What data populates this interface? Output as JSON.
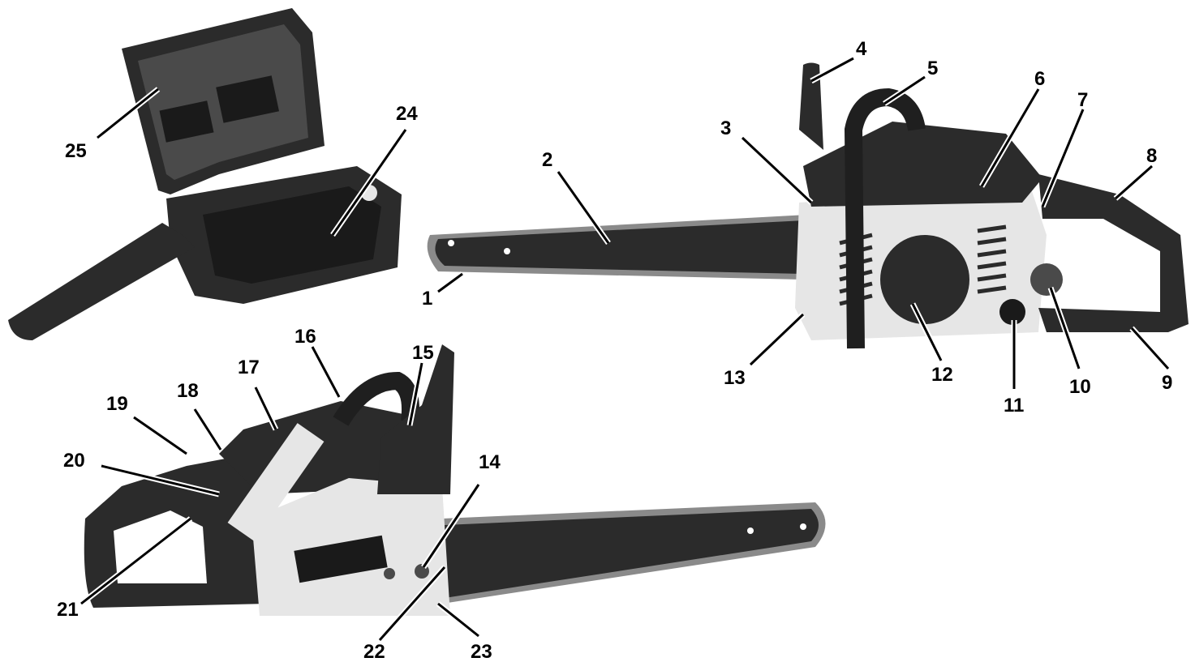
{
  "callouts": [
    {
      "id": "1",
      "text": "1"
    },
    {
      "id": "2",
      "text": "2"
    },
    {
      "id": "3",
      "text": "3"
    },
    {
      "id": "4",
      "text": "4"
    },
    {
      "id": "5",
      "text": "5"
    },
    {
      "id": "6",
      "text": "6"
    },
    {
      "id": "7",
      "text": "7"
    },
    {
      "id": "8",
      "text": "8"
    },
    {
      "id": "9",
      "text": "9"
    },
    {
      "id": "10",
      "text": "10"
    },
    {
      "id": "11",
      "text": "11"
    },
    {
      "id": "12",
      "text": "12"
    },
    {
      "id": "13",
      "text": "13"
    },
    {
      "id": "14",
      "text": "14"
    },
    {
      "id": "15",
      "text": "15"
    },
    {
      "id": "16",
      "text": "16"
    },
    {
      "id": "17",
      "text": "17"
    },
    {
      "id": "18",
      "text": "18"
    },
    {
      "id": "19",
      "text": "19"
    },
    {
      "id": "20",
      "text": "20"
    },
    {
      "id": "21",
      "text": "21"
    },
    {
      "id": "22",
      "text": "22"
    },
    {
      "id": "23",
      "text": "23"
    },
    {
      "id": "24",
      "text": "24"
    },
    {
      "id": "25",
      "text": "25"
    }
  ],
  "colors": {
    "plastic_dark": "#2b2b2b",
    "body_light": "#e6e6e6",
    "chain_gray": "#8a8a8a",
    "label": "#000000"
  }
}
